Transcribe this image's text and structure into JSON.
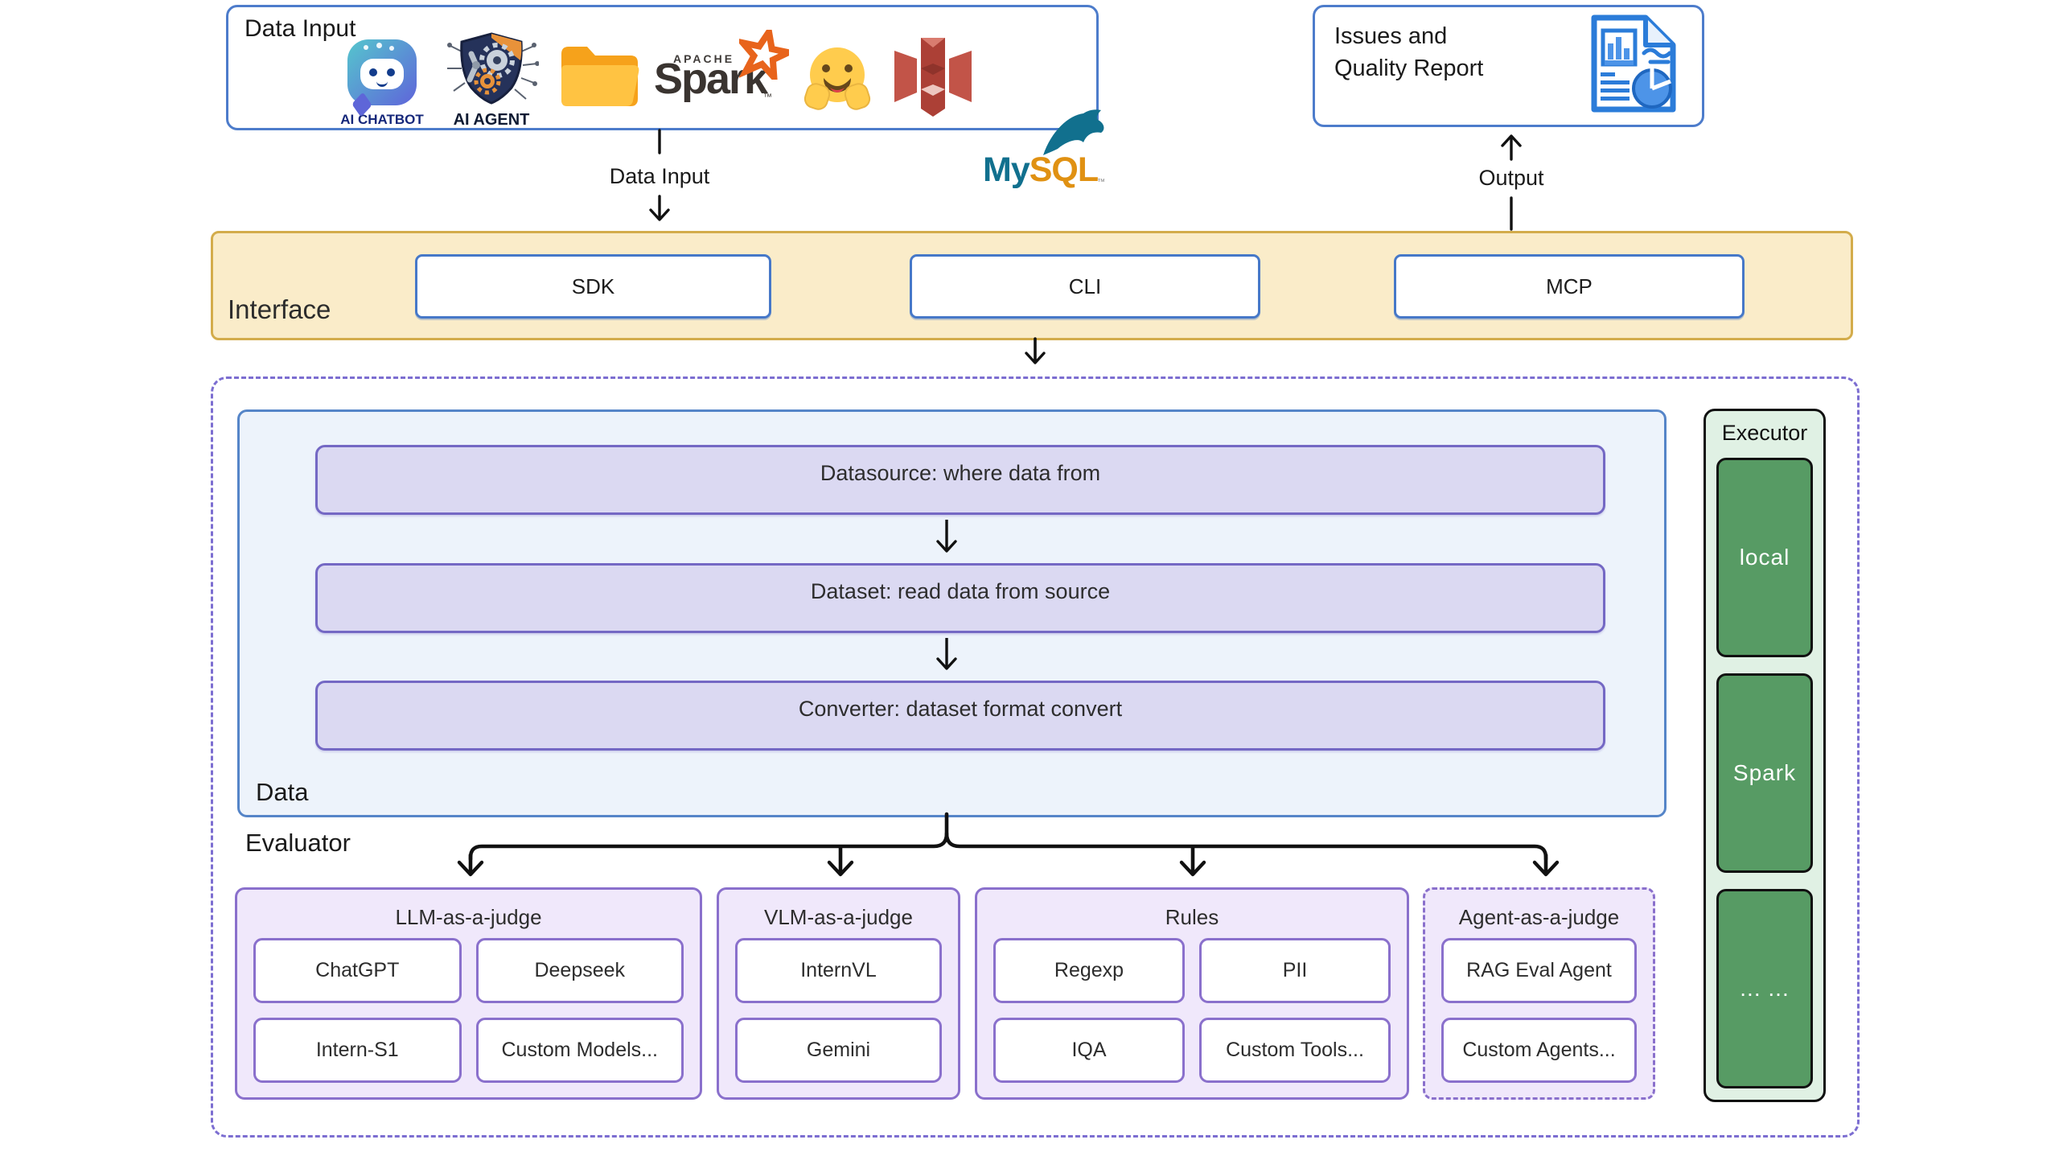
{
  "palette": {
    "blue_accent": "#4d7ccb",
    "interface_fill": "#faecc9",
    "interface_border": "#d3ac4b",
    "data_fill": "#edf3fb",
    "data_border": "#5585c8",
    "stage_fill": "#dbd9f2",
    "stage_border": "#7468c4",
    "judge_fill": "#f0e8fb",
    "judge_border": "#8a70cc",
    "outer_dashed_border": "#7c6ed1",
    "executor_fill": "#e0f1e4",
    "executor_button_fill": "#579b64",
    "arrow_color": "#111111",
    "spark_orange": "#e8641c",
    "mysql_teal": "#11708e",
    "mysql_orange": "#e09112",
    "report_icon_blue": "#2b7cd9"
  },
  "data_input_panel": {
    "title": "Data Input",
    "icons": [
      {
        "name": "ai-chatbot",
        "label": "AI CHATBOT"
      },
      {
        "name": "ai-agent",
        "label": "AI AGENT"
      },
      {
        "name": "folder"
      },
      {
        "name": "apache-spark",
        "apache": "APACHE",
        "word": "Spark",
        "tm": "™"
      },
      {
        "name": "hugging-face"
      },
      {
        "name": "amazon-s3"
      },
      {
        "name": "mysql",
        "my": "My",
        "sql": "SQL",
        "tm": "™"
      }
    ]
  },
  "report_panel": {
    "line1": "Issues and",
    "line2": "Quality Report"
  },
  "flow_labels": {
    "data_input": "Data Input",
    "output": "Output"
  },
  "interface_panel": {
    "title": "Interface",
    "buttons": [
      "SDK",
      "CLI",
      "MCP"
    ]
  },
  "data_panel": {
    "title": "Data",
    "stages": [
      "Datasource: where data from",
      "Dataset: read data from source",
      "Converter: dataset format convert"
    ]
  },
  "evaluator": {
    "title": "Evaluator",
    "groups": [
      {
        "title": "LLM-as-a-judge",
        "items": [
          "ChatGPT",
          "Deepseek",
          "Intern-S1",
          "Custom Models..."
        ]
      },
      {
        "title": "VLM-as-a-judge",
        "items": [
          "InternVL",
          "Gemini"
        ]
      },
      {
        "title": "Rules",
        "items": [
          "Regexp",
          "PII",
          "IQA",
          "Custom Tools..."
        ]
      },
      {
        "title": "Agent-as-a-judge",
        "items": [
          "RAG Eval Agent",
          "Custom Agents..."
        ]
      }
    ]
  },
  "executor": {
    "title": "Executor",
    "items": [
      "local",
      "Spark",
      "... ..."
    ]
  }
}
